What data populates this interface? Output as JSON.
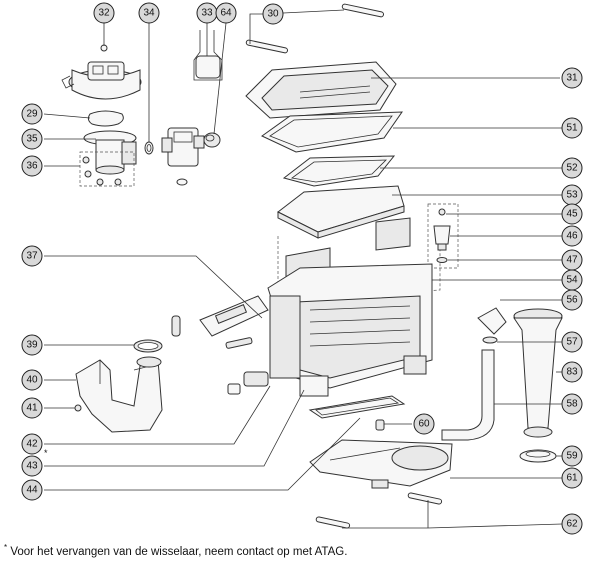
{
  "callouts": [
    {
      "num": "32"
    },
    {
      "num": "34"
    },
    {
      "num": "33"
    },
    {
      "num": "64"
    },
    {
      "num": "30"
    },
    {
      "num": "31"
    },
    {
      "num": "29"
    },
    {
      "num": "35"
    },
    {
      "num": "51"
    },
    {
      "num": "36"
    },
    {
      "num": "52"
    },
    {
      "num": "53"
    },
    {
      "num": "45"
    },
    {
      "num": "46"
    },
    {
      "num": "47"
    },
    {
      "num": "37"
    },
    {
      "num": "54"
    },
    {
      "num": "56"
    },
    {
      "num": "39"
    },
    {
      "num": "57"
    },
    {
      "num": "83"
    },
    {
      "num": "40"
    },
    {
      "num": "58"
    },
    {
      "num": "41"
    },
    {
      "num": "60"
    },
    {
      "num": "42"
    },
    {
      "num": "59"
    },
    {
      "num": "43"
    },
    {
      "num": "61"
    },
    {
      "num": "44"
    },
    {
      "num": "62"
    }
  ],
  "footnote": {
    "marker": "*",
    "text": " Voor het vervangen van de wisselaar, neem contact op met ATAG."
  },
  "callout_43_marker": "*"
}
